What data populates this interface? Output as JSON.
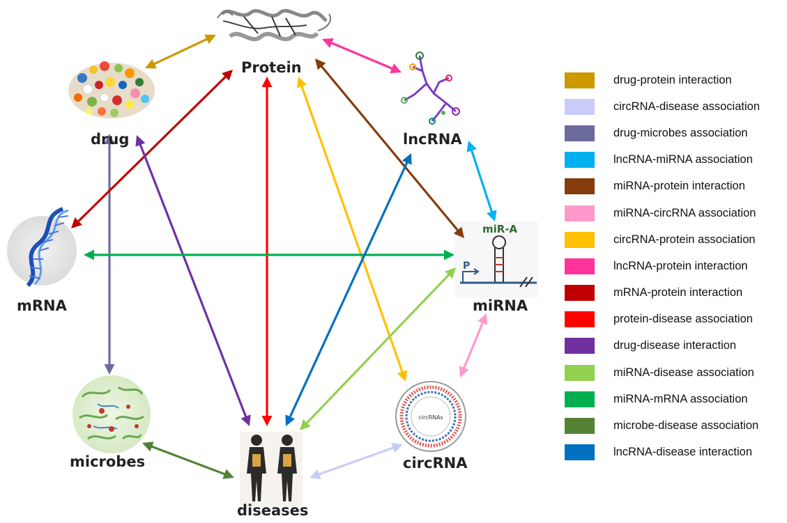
{
  "nodes": {
    "protein": "Protein",
    "drug": "drug",
    "lncrna": "lncRNA",
    "mrna": "mRNA",
    "mirna": "miRNA",
    "microbes": "microbes",
    "circrna": "circRNA",
    "diseases": "diseases"
  },
  "node_annotations": {
    "mir_a": "miR-A",
    "promoter": "P",
    "circrnas_center": "circRNAs"
  },
  "legend": [
    {
      "label": "drug-protein interaction",
      "color": "#CC9900"
    },
    {
      "label": "circRNA-disease association",
      "color": "#C9CCF7"
    },
    {
      "label": "drug-microbes association",
      "color": "#6B6B9E"
    },
    {
      "label": "lncRNA-miRNA association",
      "color": "#00B0F0"
    },
    {
      "label": "miRNA-protein interaction",
      "color": "#843C0C"
    },
    {
      "label": "miRNA-circRNA association",
      "color": "#FF99CC"
    },
    {
      "label": "circRNA-protein association",
      "color": "#FFC000"
    },
    {
      "label": "lncRNA-protein interaction",
      "color": "#FF3399"
    },
    {
      "label": "mRNA-protein interaction",
      "color": "#C00000"
    },
    {
      "label": "protein-disease association",
      "color": "#FF0000"
    },
    {
      "label": "drug-disease interaction",
      "color": "#7030A0"
    },
    {
      "label": "miRNA-disease association",
      "color": "#92D050"
    },
    {
      "label": "miRNA-mRNA association",
      "color": "#00B050"
    },
    {
      "label": "microbe-disease association",
      "color": "#548235"
    },
    {
      "label": "lncRNA-disease interaction",
      "color": "#0070C0"
    }
  ]
}
